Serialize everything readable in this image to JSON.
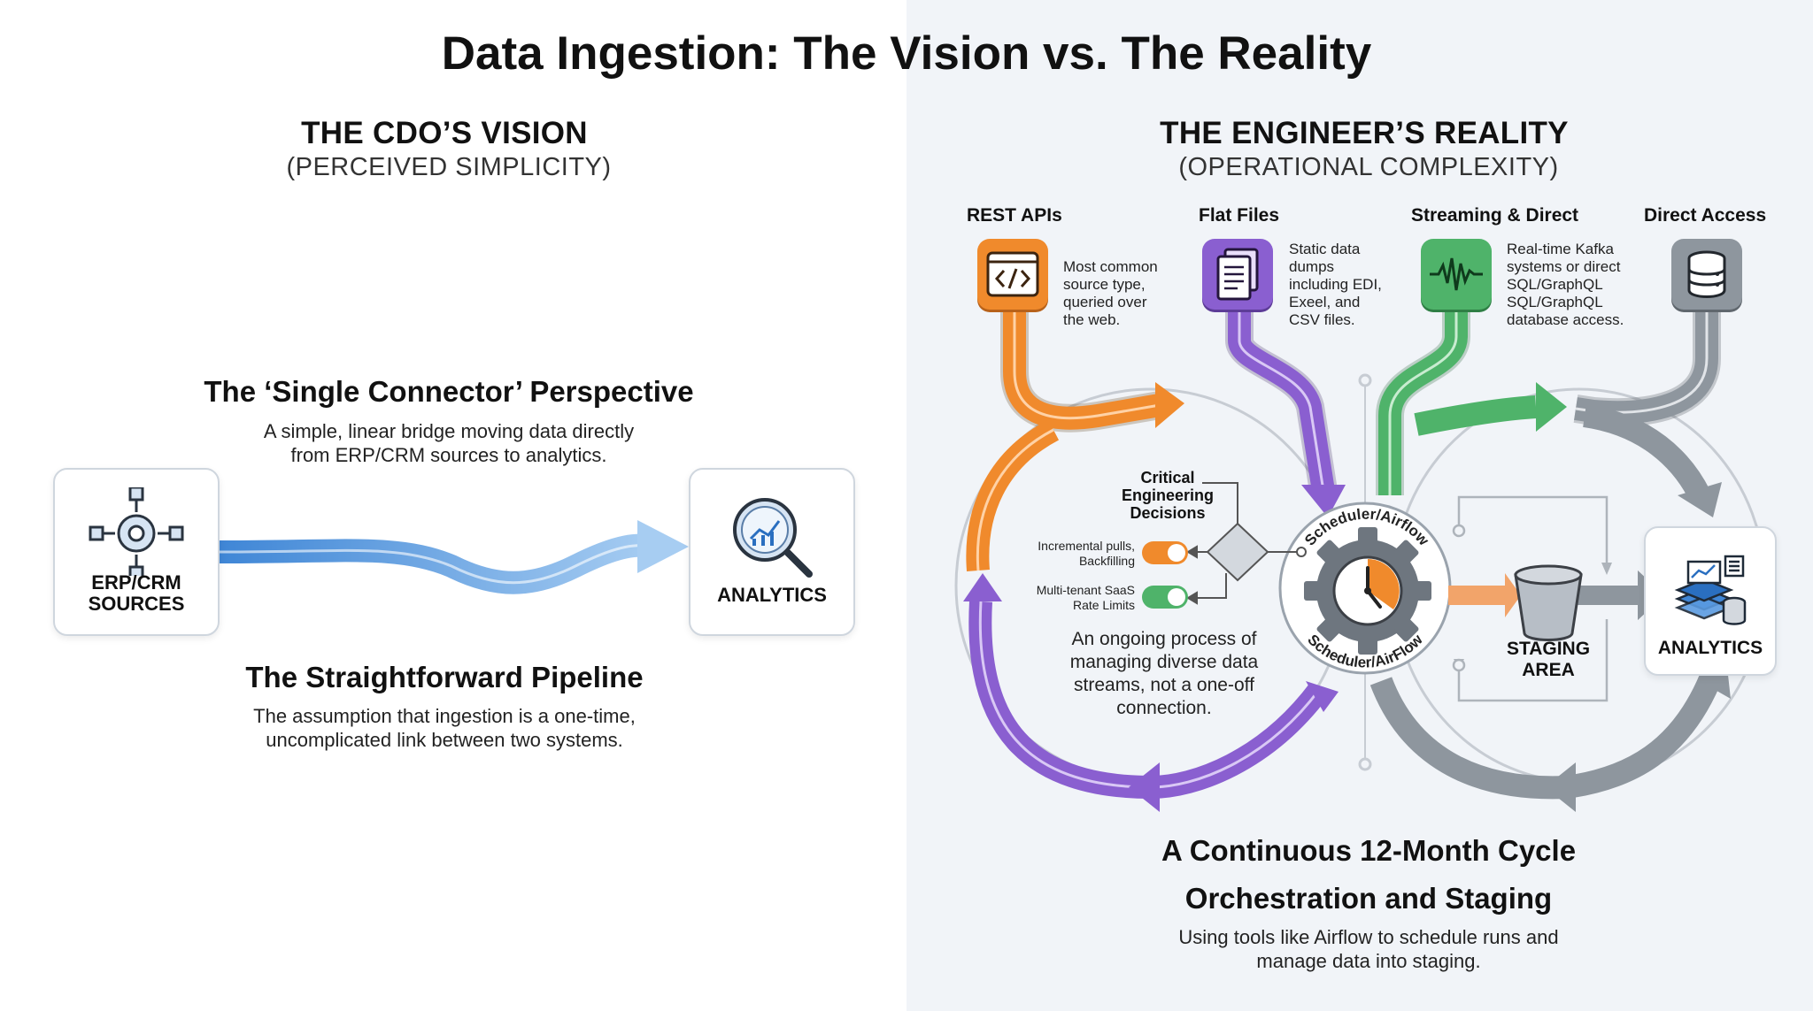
{
  "title": "Data Ingestion: The Vision vs. The Reality",
  "left": {
    "heading": "THE CDO’S VISION",
    "subheading": "(PERCEIVED SIMPLICITY)",
    "perspective_title": "The ‘Single Connector’ Perspective",
    "perspective_text": [
      "A simple, linear bridge moving data directly",
      "from ERP/CRM sources to analytics."
    ],
    "source_label": [
      "ERP/CRM",
      "SOURCES"
    ],
    "target_label": "ANALYTICS",
    "pipeline_title": "The Straightforward Pipeline",
    "pipeline_text": [
      "The assumption that ingestion is a one-time,",
      "uncomplicated link between two systems."
    ]
  },
  "right": {
    "heading": "THE ENGINEER’S REALITY",
    "subheading": "(OPERATIONAL COMPLEXITY)",
    "sources": [
      {
        "title": "REST APIs",
        "desc": [
          "Most common",
          "source type,",
          "queried over",
          "the web."
        ],
        "icon": "code-window-icon",
        "color": "#f08a2c"
      },
      {
        "title": "Flat Files",
        "desc": [
          "Static data",
          "dumps",
          "including EDI,",
          "Exeel, and",
          "CSV files."
        ],
        "icon": "document-icon",
        "color": "#8a5fd0"
      },
      {
        "title": "Streaming & Direct",
        "desc": [
          "Real-time Kafka",
          "systems or direct",
          "SQL/GraphQL",
          "SQL/GraphQL",
          "database access."
        ],
        "icon": "waveform-icon",
        "color": "#4fb36a"
      },
      {
        "title": "Direct Access",
        "desc": [],
        "icon": "database-icon",
        "color": "#8e969e"
      }
    ],
    "decisions_title": [
      "Critical",
      "Engineering",
      "Decisions"
    ],
    "decision_1": [
      "Incremental pulls,",
      "Backfilling"
    ],
    "decision_2": [
      "Multi-tenant SaaS",
      "Rate Limits"
    ],
    "hub_label_top": "Scheduler/Airflow",
    "hub_label_bottom": "Scheduler/AirFlow",
    "process_text": [
      "An ongoing process of",
      "managing diverse data",
      "streams, not a one-off",
      "connection."
    ],
    "staging_label": [
      "STAGING",
      "AREA"
    ],
    "analytics_label": "ANALYTICS",
    "cycle_title": "A Continuous 12-Month Cycle",
    "orch_title": "Orchestration and Staging",
    "orch_text": [
      "Using tools like Airflow to schedule runs and",
      "manage data into staging."
    ]
  }
}
